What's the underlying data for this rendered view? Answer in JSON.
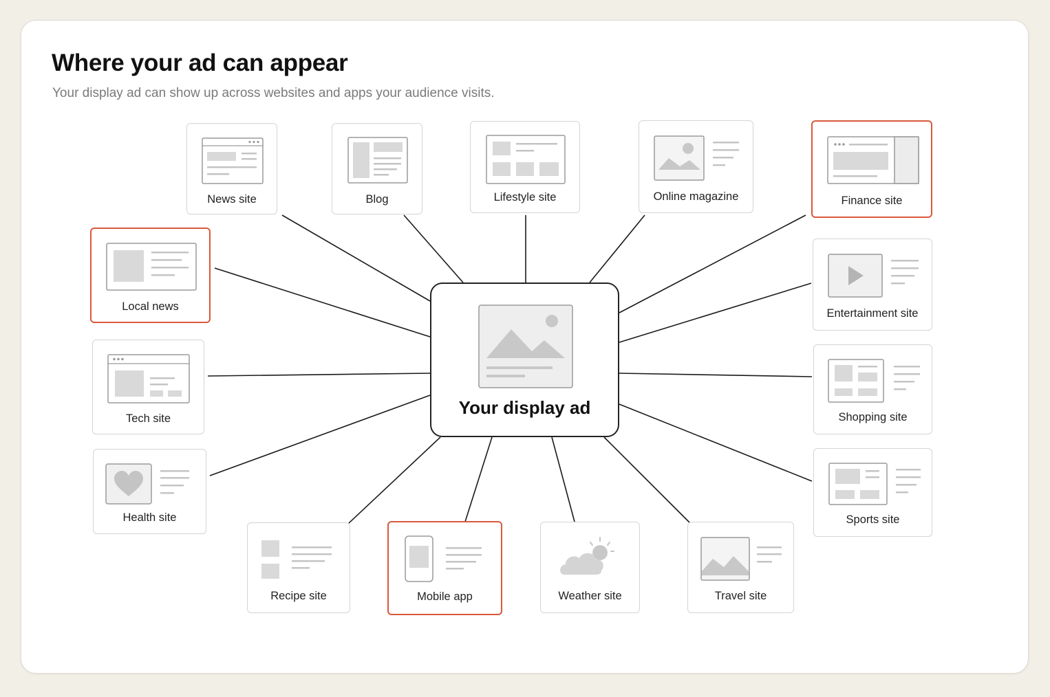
{
  "header": {
    "title": "Where your ad can appear",
    "subtitle": "Your display ad can show up across websites and apps your audience visits."
  },
  "center": {
    "label": "Your display ad"
  },
  "nodes": {
    "news_site": {
      "label": "News site",
      "highlighted": false
    },
    "blog": {
      "label": "Blog",
      "highlighted": false
    },
    "lifestyle_site": {
      "label": "Lifestyle site",
      "highlighted": false
    },
    "online_magazine": {
      "label": "Online magazine",
      "highlighted": false
    },
    "finance_site": {
      "label": "Finance site",
      "highlighted": true
    },
    "local_news": {
      "label": "Local news",
      "highlighted": true
    },
    "entertainment_site": {
      "label": "Entertainment site",
      "highlighted": false
    },
    "tech_site": {
      "label": "Tech site",
      "highlighted": false
    },
    "shopping_site": {
      "label": "Shopping site",
      "highlighted": false
    },
    "health_site": {
      "label": "Health site",
      "highlighted": false
    },
    "sports_site": {
      "label": "Sports site",
      "highlighted": false
    },
    "recipe_site": {
      "label": "Recipe site",
      "highlighted": false
    },
    "mobile_app": {
      "label": "Mobile app",
      "highlighted": true
    },
    "weather_site": {
      "label": "Weather site",
      "highlighted": false
    },
    "travel_site": {
      "label": "Travel site",
      "highlighted": false
    }
  },
  "icons": {
    "center": "image-placeholder-icon",
    "news_site": "browser-article-icon",
    "blog": "blog-layout-icon",
    "lifestyle_site": "grid-layout-icon",
    "online_magazine": "image-article-icon",
    "finance_site": "browser-sidebar-icon",
    "local_news": "article-block-icon",
    "entertainment_site": "video-play-icon",
    "tech_site": "browser-tech-icon",
    "shopping_site": "product-grid-icon",
    "health_site": "heart-icon",
    "sports_site": "sports-layout-icon",
    "recipe_site": "recipe-list-icon",
    "mobile_app": "smartphone-icon",
    "weather_site": "cloud-sun-icon",
    "travel_site": "landscape-icon"
  },
  "colors": {
    "highlight": "#d9583b",
    "connector": "#1a1a1a",
    "placeholder_fill": "#d9d9d9",
    "placeholder_frame": "#9a9a9a"
  }
}
